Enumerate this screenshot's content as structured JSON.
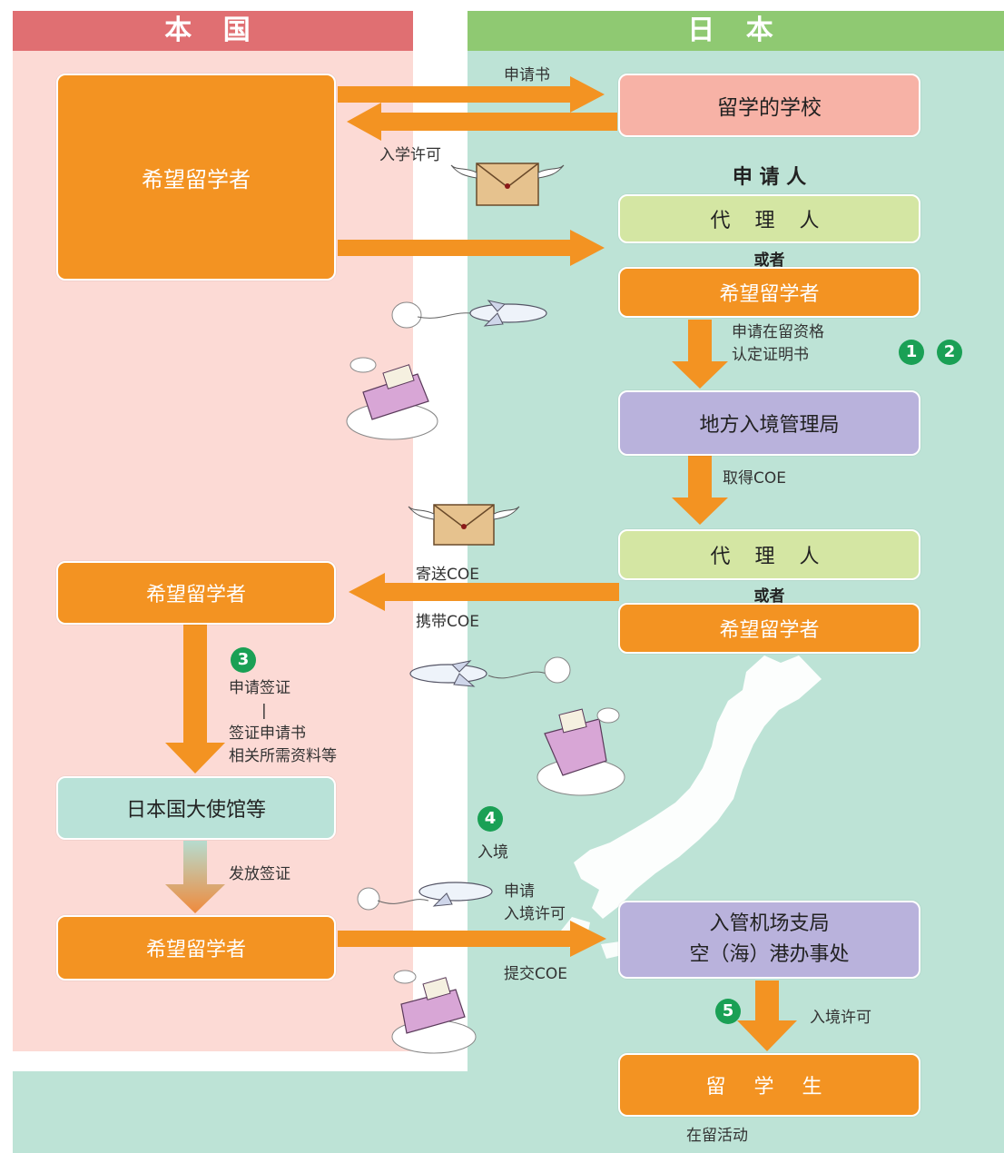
{
  "headers": {
    "home": "本 国",
    "japan": "日 本"
  },
  "colors": {
    "home_bg": "#fcdad5",
    "home_header": "#e06f72",
    "japan_bg": "#bde3d6",
    "japan_header": "#8fc972",
    "box_orange": "#f39322",
    "badge_green": "#1aa055"
  },
  "boxes": {
    "applicant_top": "希望留学者",
    "school": "留学的学校",
    "applicant_label": "申 请 人",
    "agent1": "代 理 人",
    "or1": "或者",
    "applicant_jp1": "希望留学者",
    "immigration_bureau": "地方入境管理局",
    "agent2": "代 理 人",
    "or2": "或者",
    "applicant_jp2": "希望留学者",
    "applicant_home2": "希望留学者",
    "embassy": "日本国大使馆等",
    "applicant_home3": "希望留学者",
    "airport_line1": "入管机场支局",
    "airport_line2": "空（海）港办事处",
    "student": "留 学 生"
  },
  "labels": {
    "application_form": "申请书",
    "admission_permit": "入学许可",
    "apply_coe_line1": "申请在留资格",
    "apply_coe_line2": "认定证明书",
    "obtain_coe": "取得COE",
    "mail_coe": "寄送COE",
    "carry_coe": "携带COE",
    "apply_visa": "申请签证",
    "visa_sep": "|",
    "visa_form": "签证申请书",
    "visa_docs": "相关所需资料等",
    "issue_visa": "发放签证",
    "entry": "入境",
    "apply_entry_line1": "申请",
    "apply_entry_line2": "入境许可",
    "submit_coe": "提交COE",
    "entry_permit": "入境许可",
    "residence_activity": "在留活动"
  },
  "steps": {
    "s1": "1",
    "s2": "2",
    "s3": "3",
    "s4": "4",
    "s5": "5"
  }
}
